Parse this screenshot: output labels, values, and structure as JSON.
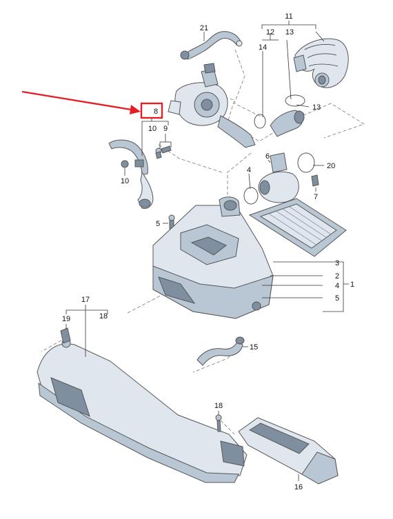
{
  "callouts": {
    "c1": "1",
    "c2": "2",
    "c3": "3",
    "c4": "4",
    "c5": "5",
    "c5b": "5",
    "c6": "6",
    "c7": "7",
    "c8": "8",
    "c9": "9",
    "c10a": "10",
    "c10b": "10",
    "c11": "11",
    "c12": "12",
    "c13a": "13",
    "c13b": "13",
    "c14": "14",
    "c15": "15",
    "c16": "16",
    "c17": "17",
    "c18a": "18",
    "c18b": "18",
    "c19": "19",
    "c20": "20",
    "c21": "21"
  },
  "colors": {
    "highlight": "#e31e24",
    "part_light": "#dfe6ee",
    "part_mid": "#b9c6d3",
    "part_dark": "#7f8fa0"
  }
}
